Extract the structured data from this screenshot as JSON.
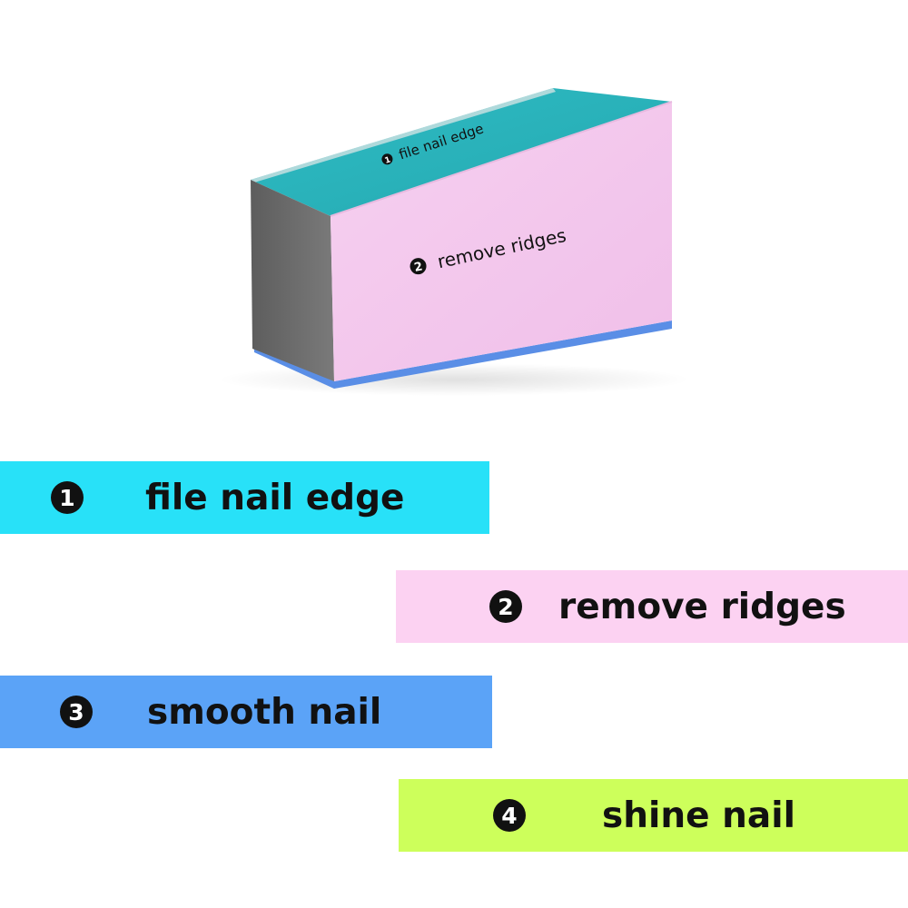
{
  "block": {
    "top_face_text": "file nail edge",
    "top_face_number": "1",
    "front_face_text": "remove ridges",
    "front_face_number": "2",
    "colors": {
      "top": "#2bb3bb",
      "front": "#f4c8ee",
      "end": "#6f6f6f",
      "bottom_edge": "#5a8ee6"
    }
  },
  "steps": [
    {
      "number": "1",
      "label": "file nail edge",
      "color": "#28e1f8"
    },
    {
      "number": "2",
      "label": "remove ridges",
      "color": "#fcd2f2"
    },
    {
      "number": "3",
      "label": "smooth nail",
      "color": "#5ba3f7"
    },
    {
      "number": "4",
      "label": "shine nail",
      "color": "#cdff5b"
    }
  ]
}
